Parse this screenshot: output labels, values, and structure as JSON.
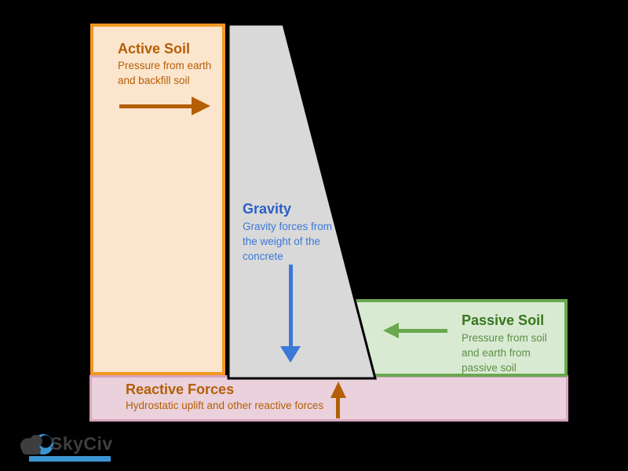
{
  "canvas": {
    "background": "#000000"
  },
  "regions": {
    "active_soil": {
      "title": "Active Soil",
      "description": "Pressure from earth\nand backfill soil",
      "fill": "#FCE5CD",
      "border": "#F39821",
      "title_color": "#B45F06",
      "text_color": "#B45F06",
      "arrow": {
        "direction": "right",
        "color": "#B45F06"
      }
    },
    "gravity": {
      "title": "Gravity",
      "description": "Gravity forces from\nthe weight of the\nconcrete",
      "fill": "#D9D9D9",
      "border": "#000000",
      "title_color": "#2B5FC7",
      "text_color": "#3C78D8",
      "arrow": {
        "direction": "down",
        "color": "#3C78D8"
      }
    },
    "passive_soil": {
      "title": "Passive Soil",
      "description": "Pressure from soil\nand earth from\npassive soil",
      "fill": "#D9EAD3",
      "border": "#6AA84F",
      "title_color": "#38761D",
      "text_color": "#5A9146",
      "arrow": {
        "direction": "left",
        "color": "#6AA84F"
      }
    },
    "reactive_forces": {
      "title": "Reactive Forces",
      "description": "Hydrostatic uplift and other reactive forces",
      "fill": "#EAD1DC",
      "border": "#D5A6BD",
      "title_color": "#B45F06",
      "text_color": "#B45F06",
      "arrow": {
        "direction": "up",
        "color": "#B45F06"
      }
    }
  },
  "logo": {
    "text": "SkyCiv",
    "text_color": "#3E3E40",
    "accent_color": "#3A96D2",
    "icon": "cloud-icon"
  }
}
